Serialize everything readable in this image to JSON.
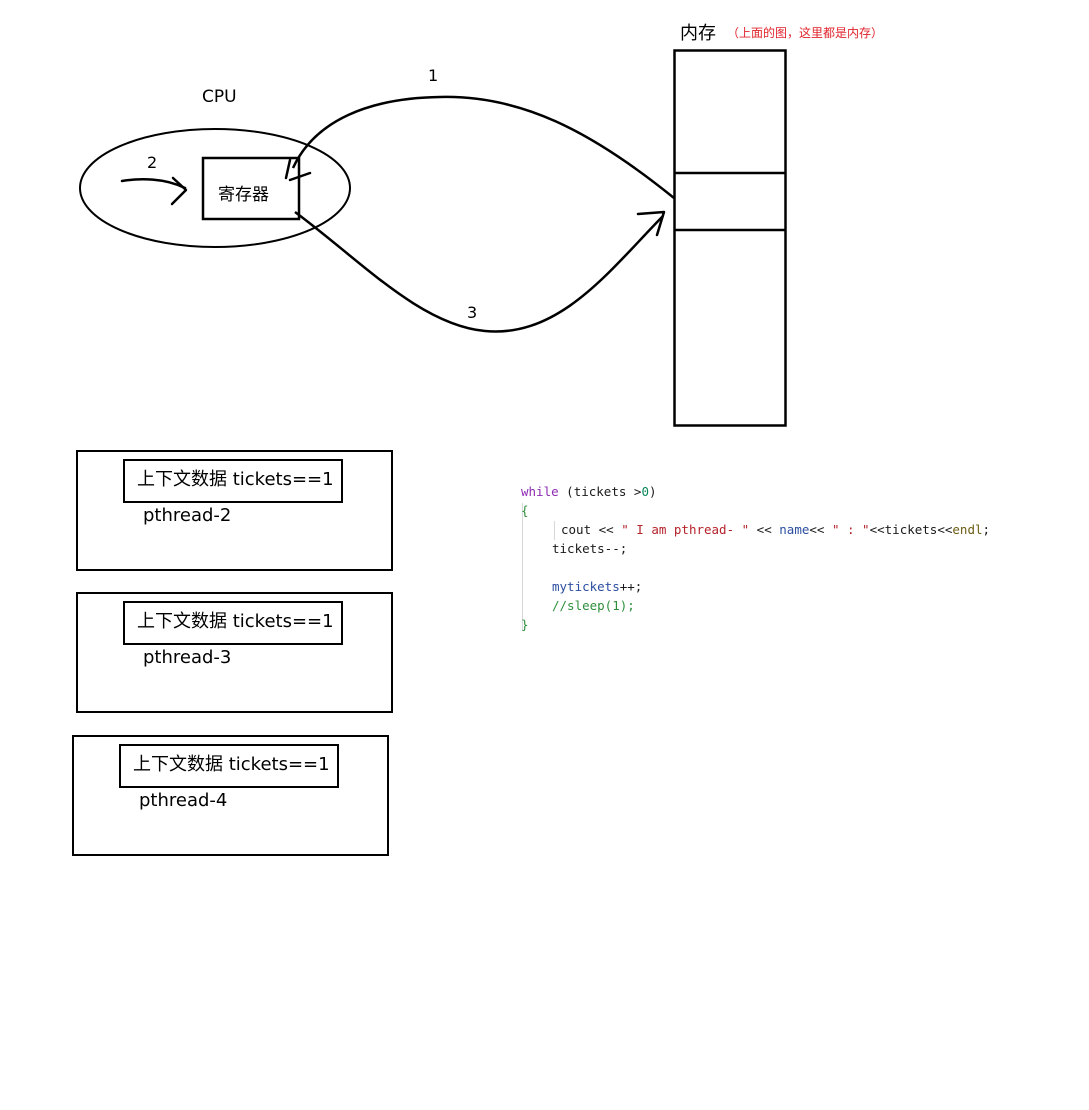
{
  "memory": {
    "title": "内存",
    "note": "（上面的图，这里都是内存）"
  },
  "cpu": {
    "label": "CPU",
    "register_label": "寄存器"
  },
  "steps": {
    "step1": "1",
    "step2": "2",
    "step3": "3"
  },
  "threads": [
    {
      "context": "上下文数据 tickets==1",
      "name": "pthread-2"
    },
    {
      "context": "上下文数据 tickets==1",
      "name": "pthread-3"
    },
    {
      "context": "上下文数据 tickets==1",
      "name": "pthread-4"
    }
  ],
  "code": {
    "l1_kw": "while",
    "l1_a": " (tickets >",
    "l1_num": "0",
    "l1_b": ")",
    "l2": "{",
    "l3_a": "cout << ",
    "l3_str1": "\" I am pthread- \"",
    "l3_b": " << ",
    "l3_var": "name",
    "l3_c": "<< ",
    "l3_str2": "\" : \"",
    "l3_d": "<<tickets<<",
    "l3_fn": "endl",
    "l3_e": ";",
    "l4": "tickets--;",
    "l6_var": "mytickets",
    "l6_b": "++;",
    "l7": "//sleep(1);",
    "l8": "}"
  },
  "colors": {
    "note_red": "#e0242c",
    "keyword_purple": "#8e2bb3",
    "string_red": "#b5222a",
    "comment_green": "#2e8f3a",
    "number_green": "#098658"
  }
}
